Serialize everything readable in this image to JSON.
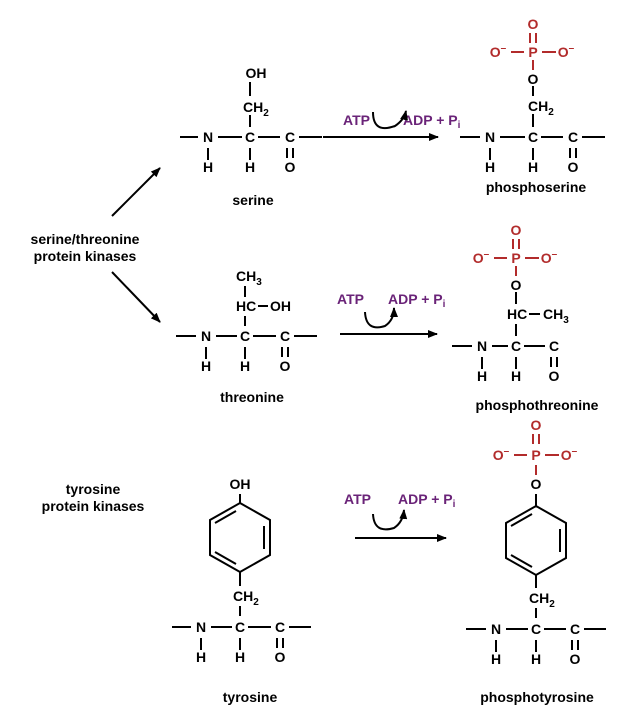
{
  "colors": {
    "phosphate": "#b22b2b",
    "reagent": "#6a2378",
    "ink": "#000000"
  },
  "enzymes": {
    "ser_thr": [
      "serine/threonine",
      "protein kinases"
    ],
    "tyr": [
      "tyrosine",
      "protein kinases"
    ]
  },
  "reagents": {
    "atp": "ATP",
    "adp": "ADP + P",
    "adp_sub": "i"
  },
  "atoms": {
    "n": "N",
    "h": "H",
    "c": "C",
    "o": "O",
    "p": "P",
    "oh": "OH",
    "ch": "CH",
    "ch2_sub": "2",
    "ch3_sub": "3",
    "hc": "HC",
    "o_minus": "O",
    "minus": "–"
  },
  "names": {
    "serine": "serine",
    "phosphoserine": "phosphoserine",
    "threonine": "threonine",
    "phosphothreonine": "phosphothreonine",
    "tyrosine": "tyrosine",
    "phosphotyrosine": "phosphotyrosine"
  }
}
